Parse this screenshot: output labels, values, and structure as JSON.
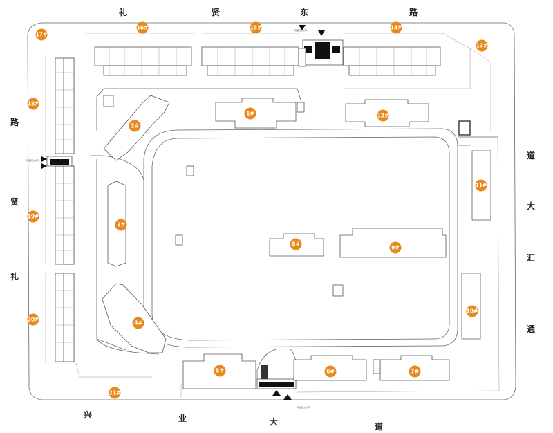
{
  "roads": {
    "north": [
      "礼",
      "贤",
      "东",
      "路"
    ],
    "west": [
      "路",
      "贤",
      "礼"
    ],
    "east": [
      "道",
      "大",
      "汇",
      "通"
    ],
    "south": [
      "兴",
      "业",
      "大",
      "道"
    ]
  },
  "buildings": [
    {
      "id": "b1",
      "label": "1#"
    },
    {
      "id": "b2",
      "label": "2#"
    },
    {
      "id": "b3",
      "label": "3#"
    },
    {
      "id": "b4",
      "label": "4#"
    },
    {
      "id": "b5",
      "label": "5#"
    },
    {
      "id": "b6",
      "label": "6#"
    },
    {
      "id": "b7",
      "label": "7#"
    },
    {
      "id": "b8",
      "label": "8#"
    },
    {
      "id": "b9",
      "label": "9#"
    },
    {
      "id": "b10",
      "label": "10#"
    },
    {
      "id": "b11",
      "label": "11#"
    },
    {
      "id": "b12",
      "label": "12#"
    },
    {
      "id": "b13",
      "label": "13#"
    },
    {
      "id": "b14",
      "label": "14#"
    },
    {
      "id": "b15",
      "label": "15#"
    },
    {
      "id": "b16",
      "label": "16#"
    },
    {
      "id": "b17",
      "label": "17#"
    },
    {
      "id": "b18",
      "label": "18#"
    },
    {
      "id": "b19",
      "label": "19#"
    },
    {
      "id": "b20",
      "label": "20#"
    },
    {
      "id": "b21",
      "label": "21#"
    }
  ],
  "colors": {
    "marker": "#e8891c",
    "outline": "#555555",
    "boundary": "#777777",
    "gate": "#111111"
  },
  "gates": {
    "north": "地面出入口",
    "west": "地面出入口",
    "south": "地面出入口"
  }
}
